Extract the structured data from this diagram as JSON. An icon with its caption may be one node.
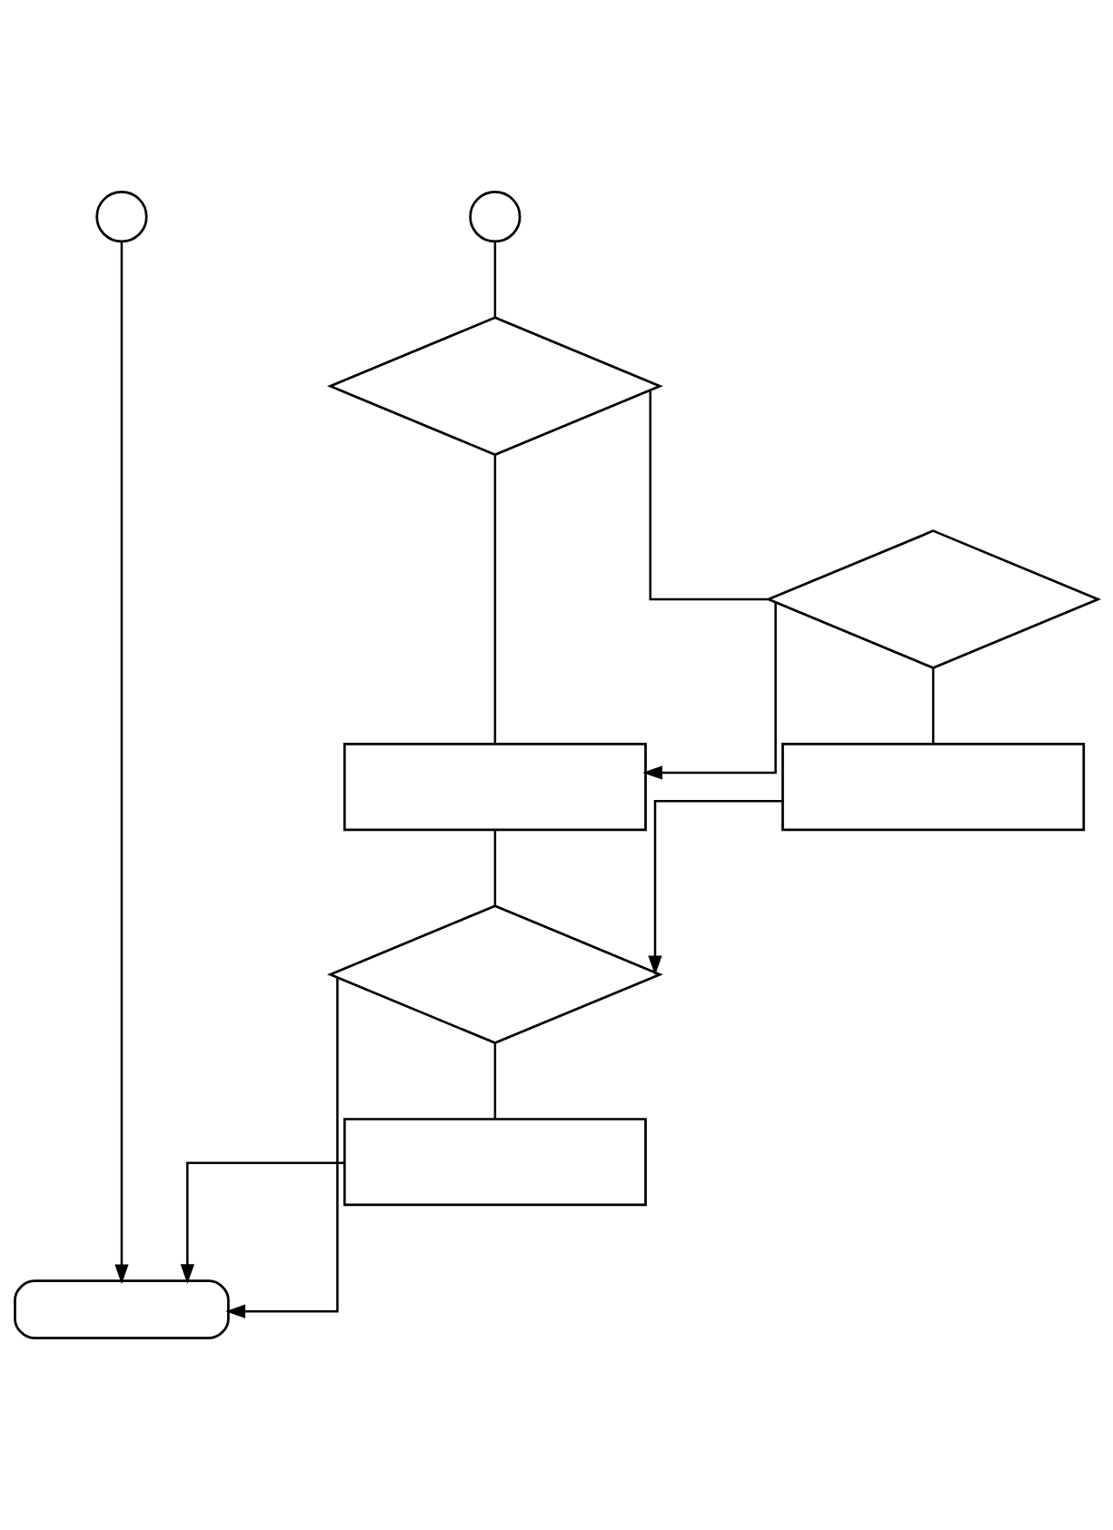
{
  "diagram": {
    "nodes": [
      {
        "text": [],
        "shape": "circle"
      },
      {
        "text": [],
        "shape": "circle"
      },
      {
        "text": [],
        "shape": "diamond"
      },
      {
        "text": [],
        "shape": "diamond"
      },
      {
        "text": [],
        "shape": "box"
      },
      {
        "text": [],
        "shape": "box"
      },
      {
        "text": [],
        "shape": "diamond"
      },
      {
        "text": [],
        "shape": "box"
      },
      {
        "text": [],
        "shape": "oval"
      }
    ],
    "edges": [
      {
        "from": 1,
        "to": 2,
        "arrow": "none"
      },
      {
        "from": 2,
        "to": 3,
        "arrow": "none"
      },
      {
        "from": 2,
        "to": 4,
        "arrow": "none"
      },
      {
        "from": 3,
        "to": 4,
        "arrow": "to"
      },
      {
        "from": 3,
        "to": 5,
        "arrow": "none"
      },
      {
        "from": 4,
        "to": 6,
        "arrow": "none"
      },
      {
        "from": 5,
        "to": 6,
        "arrow": "to"
      },
      {
        "from": 6,
        "to": 8,
        "arrow": "to"
      },
      {
        "from": 6,
        "to": 7,
        "arrow": "none"
      },
      {
        "from": 7,
        "to": 8,
        "arrow": "to"
      },
      {
        "from": 0,
        "to": 8,
        "arrow": "to"
      }
    ]
  }
}
